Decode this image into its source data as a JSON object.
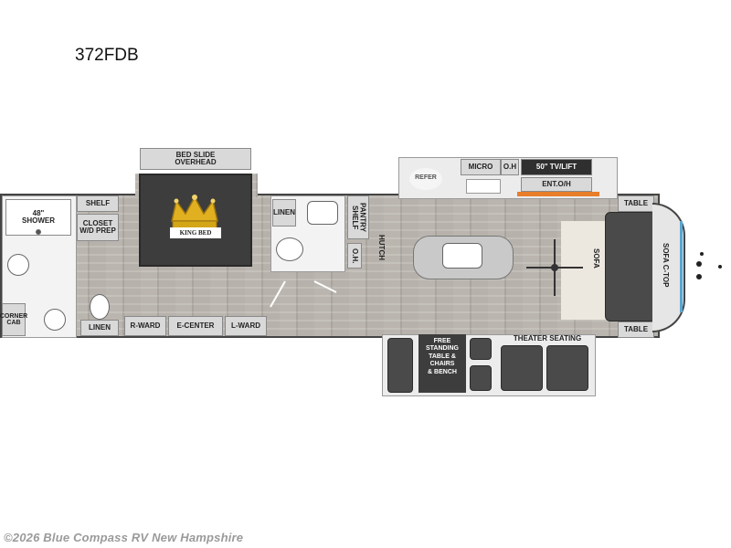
{
  "model": "372FDB",
  "labels": {
    "bed_slide": "BED SLIDE\nOVERHEAD",
    "king_bed": "KING BED",
    "shower": "48\"\nSHOWER",
    "shelf": "SHELF",
    "closet": "CLOSET\nW/D PREP",
    "corner_cab": "CORNER\nCAB",
    "linen_bath": "LINEN",
    "r_ward": "R-WARD",
    "e_center": "E-CENTER",
    "l_ward": "L-WARD",
    "linen_half": "LINEN",
    "pantry_shelf": "PANTRY\nSHELF",
    "oh_small": "O.H.",
    "hutch": "HUTCH",
    "refer": "REFER",
    "micro": "MICRO",
    "oh_kitchen": "O.H",
    "tv_lift": "50\" TV/LIFT",
    "ent_oh": "ENT.O/H",
    "table_top": "TABLE",
    "table_bottom": "TABLE",
    "sofa": "SOFA",
    "sofa_ctop": "SOFA C-TOP",
    "free_standing": "FREE\nSTANDING\nTABLE &\nCHAIRS\n& BENCH",
    "theater_seating": "THEATER SEATING"
  },
  "footer": "©2026 Blue Compass RV New Hampshire"
}
